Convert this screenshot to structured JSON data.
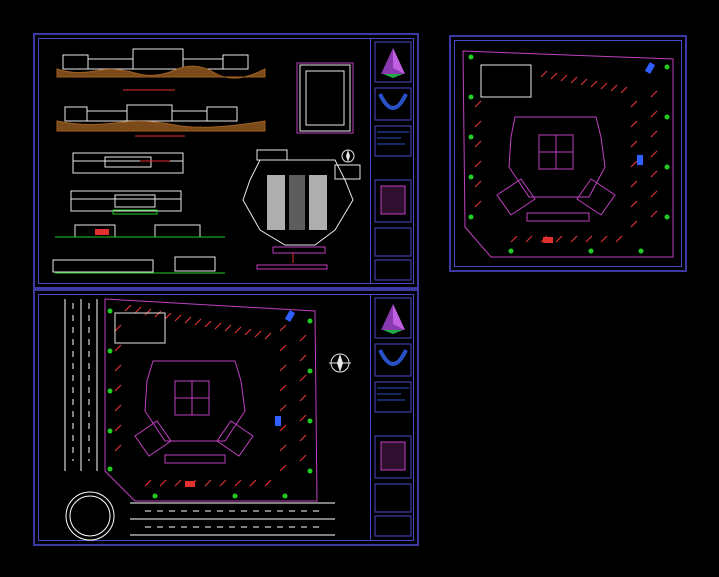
{
  "drawing": {
    "colors": {
      "background": "#000000",
      "sheet_border": "#3a3aa0",
      "frame_line": "#4a4ac8",
      "wall_magenta": "#c040c0",
      "plan_white": "#e8e8e8",
      "tree_green": "#22cc22",
      "car_red": "#e03030",
      "car_blue": "#3060ff",
      "annotation_red": "#ff2020",
      "road_white": "#ffffff",
      "logo_blue": "#2a52c8",
      "logo_purple": "#8a3ab0"
    },
    "sheets": [
      {
        "id": "sheet-1",
        "content": "elevations-sections-and-auditorium-plan"
      },
      {
        "id": "sheet-2",
        "content": "site-plan-with-roads"
      },
      {
        "id": "sheet-3",
        "content": "site-plan"
      }
    ],
    "icons": [
      "north-arrow-icon",
      "firm-logo-icon",
      "pyramid-logo-icon"
    ]
  }
}
